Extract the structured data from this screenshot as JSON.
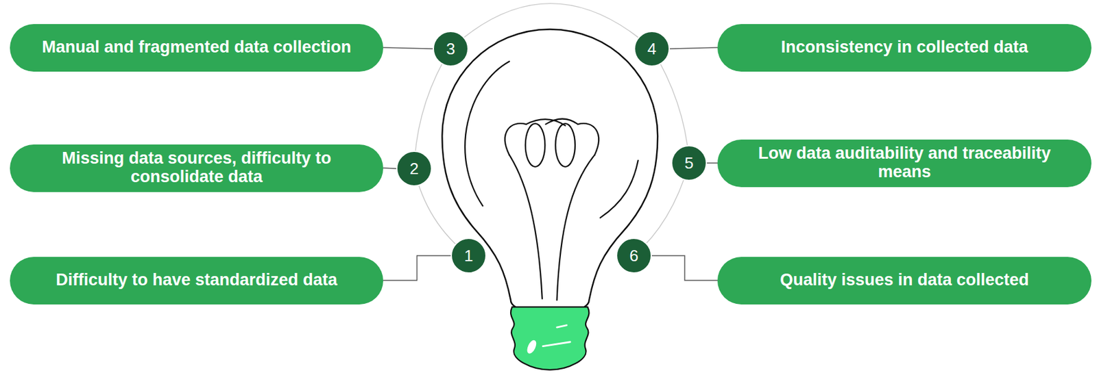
{
  "diagram": {
    "nodes": [
      {
        "text": [
          "Manual and fragmented data collection"
        ]
      },
      {
        "text": [
          "3"
        ]
      },
      {
        "text": [
          "4"
        ]
      },
      {
        "text": [
          "Inconsistency in collected data"
        ]
      },
      {
        "text": [
          "Missing data sources, difficulty to consolidate data"
        ]
      },
      {
        "text": [
          "2"
        ]
      },
      {
        "text": [
          "5"
        ]
      },
      {
        "text": [
          "Low data auditability and traceability means"
        ]
      },
      {
        "text": [
          "Difficulty to have standardized data"
        ]
      },
      {
        "text": [
          "1"
        ]
      },
      {
        "text": [
          "6"
        ]
      },
      {
        "text": [
          "Quality issues in data collected"
        ]
      }
    ],
    "edges": [
      {
        "from": 0,
        "to": 1,
        "arrow": "none"
      },
      {
        "from": 2,
        "to": 3,
        "arrow": "none"
      },
      {
        "from": 4,
        "to": 5,
        "arrow": "none"
      },
      {
        "from": 6,
        "to": 7,
        "arrow": "none"
      },
      {
        "from": 8,
        "to": 9,
        "arrow": "none"
      },
      {
        "from": 10,
        "to": 11,
        "arrow": "none"
      }
    ]
  }
}
